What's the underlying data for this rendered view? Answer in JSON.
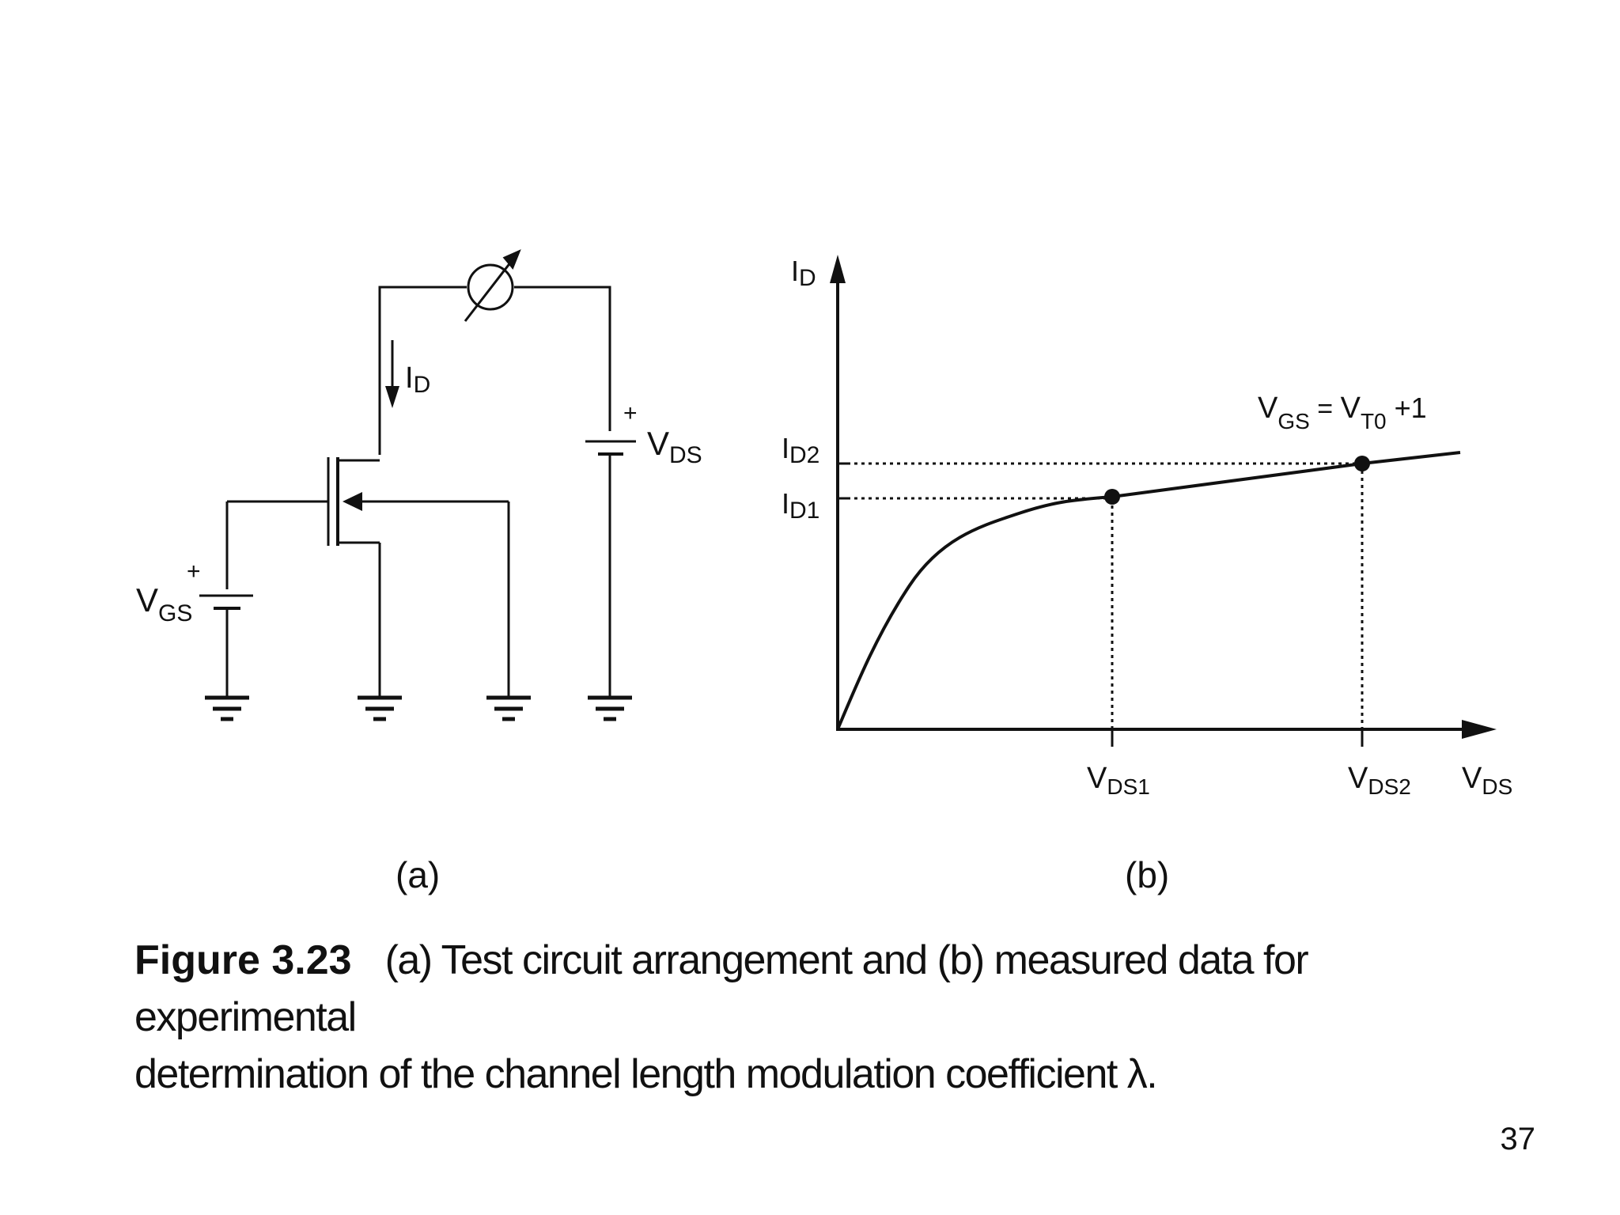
{
  "circuit": {
    "drain_current": {
      "main": "I",
      "sub": "D"
    },
    "vds_source": {
      "main": "V",
      "sub": "DS",
      "plus": "+"
    },
    "vgs_source": {
      "main": "V",
      "sub": "GS",
      "plus": "+"
    }
  },
  "graph": {
    "y_axis": {
      "main": "I",
      "sub": "D"
    },
    "x_axis": {
      "main": "V",
      "sub": "DS"
    },
    "id1": {
      "main": "I",
      "sub": "D1"
    },
    "id2": {
      "main": "I",
      "sub": "D2"
    },
    "vds1": {
      "main": "V",
      "sub": "DS1"
    },
    "vds2": {
      "main": "V",
      "sub": "DS2"
    },
    "curve_label": {
      "v1": "V",
      "s1": "GS",
      "eq": " = ",
      "v2": "V",
      "s2": "T0",
      "tail": " +1"
    }
  },
  "panel_labels": {
    "a": "(a)",
    "b": "(b)"
  },
  "caption": {
    "figure_number": "Figure 3.23",
    "line1": "(a) Test circuit arrangement and (b) measured data for experimental",
    "line2": "determination of the channel length modulation coefficient λ."
  },
  "page_number": "37",
  "chart_data": {
    "type": "line",
    "series": [
      {
        "name": "VGS = VT0 +1"
      }
    ],
    "marked_points": [
      "(VDS1, ID1)",
      "(VDS2, ID2)"
    ],
    "xlabel": "VDS",
    "ylabel": "ID",
    "x_ticks": [
      "VDS1",
      "VDS2"
    ],
    "y_ticks": [
      "ID1",
      "ID2"
    ]
  }
}
